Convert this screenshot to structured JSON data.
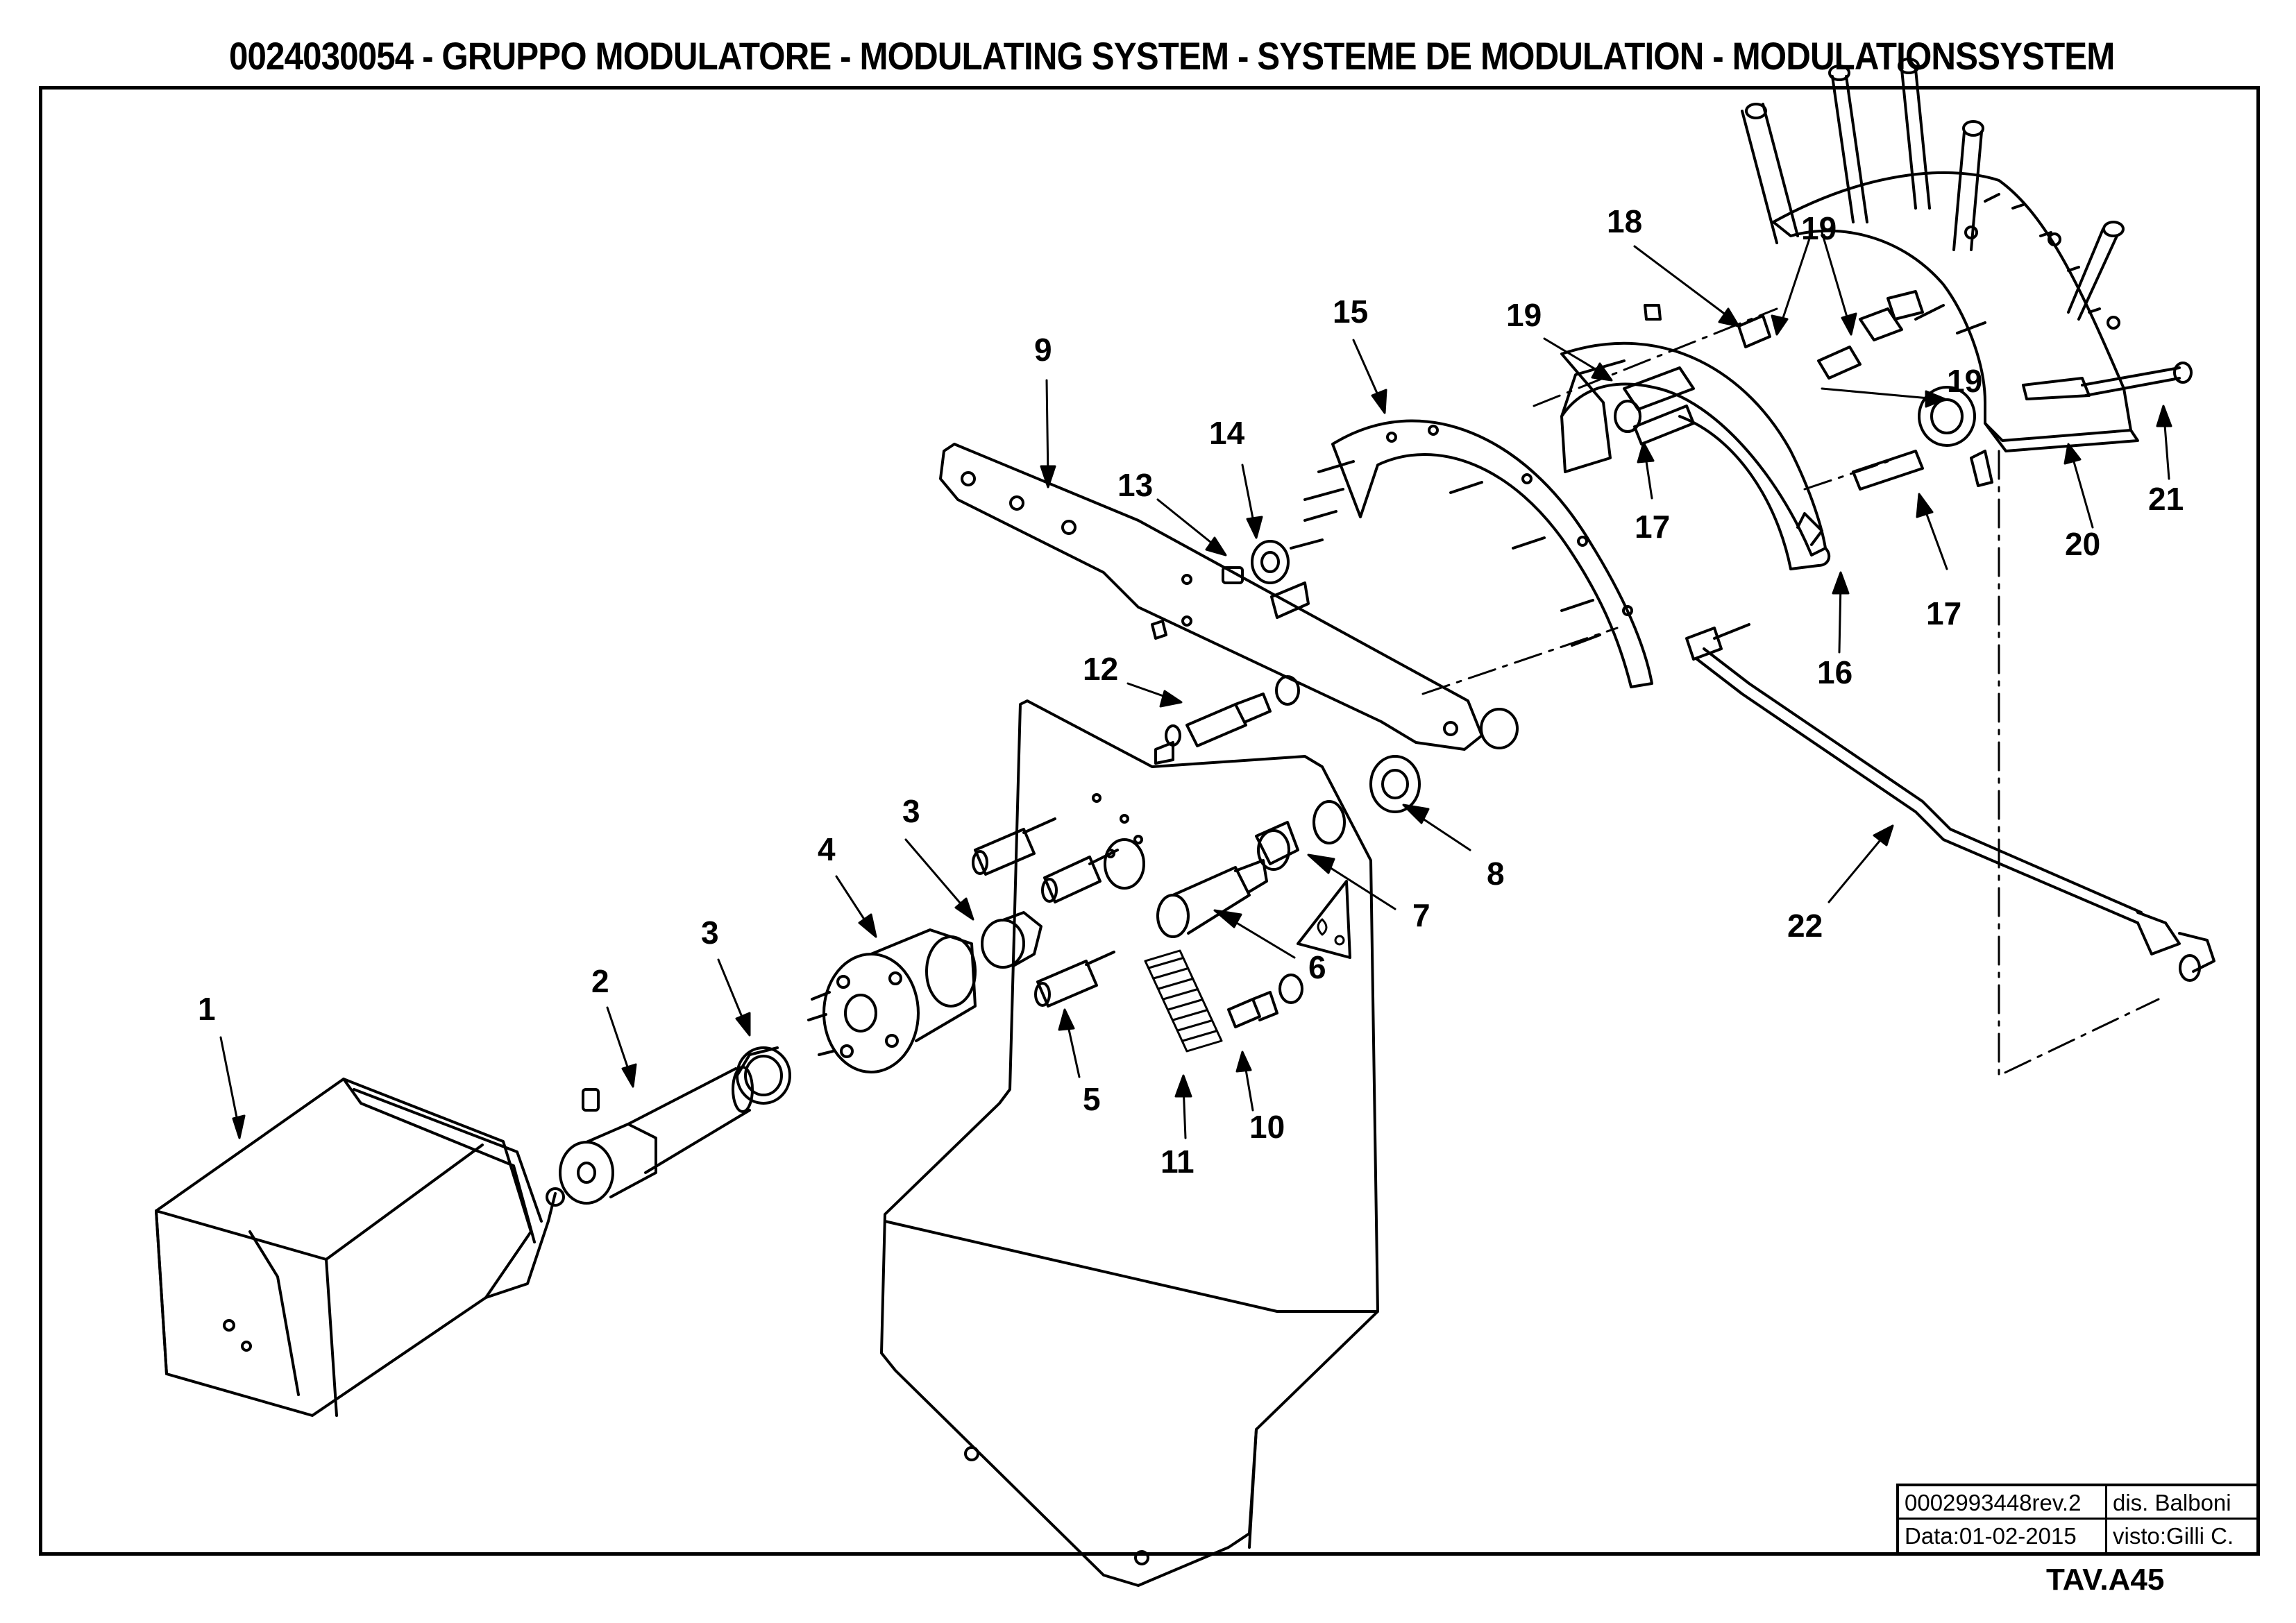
{
  "title": "0024030054 - GRUPPO MODULATORE - MODULATING SYSTEM - SYSTEME DE MODULATION - MODULATIONSSYSTEM",
  "callouts": {
    "c1": "1",
    "c2": "2",
    "c3a": "3",
    "c3b": "3",
    "c4": "4",
    "c5": "5",
    "c6": "6",
    "c7": "7",
    "c8": "8",
    "c9": "9",
    "c10": "10",
    "c11": "11",
    "c12": "12",
    "c13": "13",
    "c14": "14",
    "c15": "15",
    "c16": "16",
    "c17a": "17",
    "c17b": "17",
    "c18": "18",
    "c19a": "19",
    "c19b": "19",
    "c19c": "19",
    "c20": "20",
    "c21": "21",
    "c22": "22"
  },
  "title_block": {
    "code": "0002993448rev.2",
    "drawn": "dis. Balboni",
    "date": "Data:01-02-2015",
    "checked": "visto:Gilli C."
  },
  "table_ref": "TAV.A45"
}
